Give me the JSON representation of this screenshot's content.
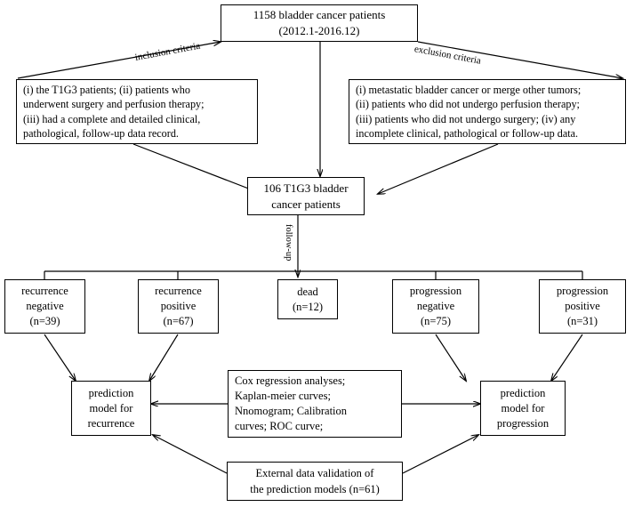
{
  "diagram": {
    "title": "T1G3 bladder cancer patient selection and prediction model flowchart",
    "type": "flowchart",
    "stroke_color": "#000000",
    "background_color": "#ffffff"
  },
  "nodes": {
    "cohort_source": {
      "lines": [
        "1158 bladder cancer patients",
        "(2012.1-2016.12)"
      ]
    },
    "inclusion_box": {
      "lines": [
        "(i) the T1G3 patients; (ii) patients who",
        "underwent surgery and perfusion therapy;",
        "(iii) had a complete and detailed clinical,",
        "pathological, follow-up data record."
      ]
    },
    "exclusion_box": {
      "lines": [
        "(i) metastatic bladder cancer or merge other tumors;",
        "(ii) patients who did not undergo perfusion therapy;",
        "(iii) patients who did not undergo surgery; (iv) any",
        "incomplete clinical, pathological or follow-up data."
      ]
    },
    "cohort_final": {
      "lines": [
        "106 T1G3 bladder",
        "cancer patients"
      ]
    },
    "recurrence_negative": {
      "lines": [
        "recurrence",
        "negative",
        "(n=39)"
      ],
      "count": 39
    },
    "recurrence_positive": {
      "lines": [
        "recurrence",
        "positive",
        "(n=67)"
      ],
      "count": 67
    },
    "dead": {
      "lines": [
        "dead",
        "(n=12)"
      ],
      "count": 12
    },
    "progression_negative": {
      "lines": [
        "progression",
        "negative",
        "(n=75)"
      ],
      "count": 75
    },
    "progression_positive": {
      "lines": [
        "progression",
        "positive",
        "(n=31)"
      ],
      "count": 31
    },
    "model_recurrence": {
      "lines": [
        "prediction",
        "model for",
        "recurrence"
      ]
    },
    "methods": {
      "lines": [
        "Cox regression analyses;",
        "Kaplan-meier curves;",
        "Nnomogram; Calibration",
        "curves; ROC curve;"
      ]
    },
    "model_progression": {
      "lines": [
        "prediction",
        "model for",
        "progression"
      ]
    },
    "external_validation": {
      "lines": [
        "External data validation of",
        "the prediction models (n=61)"
      ],
      "count": 61
    }
  },
  "edge_labels": {
    "inclusion": "inclusion criteria",
    "exclusion": "exclusion criteria",
    "followup": "follow-up"
  }
}
